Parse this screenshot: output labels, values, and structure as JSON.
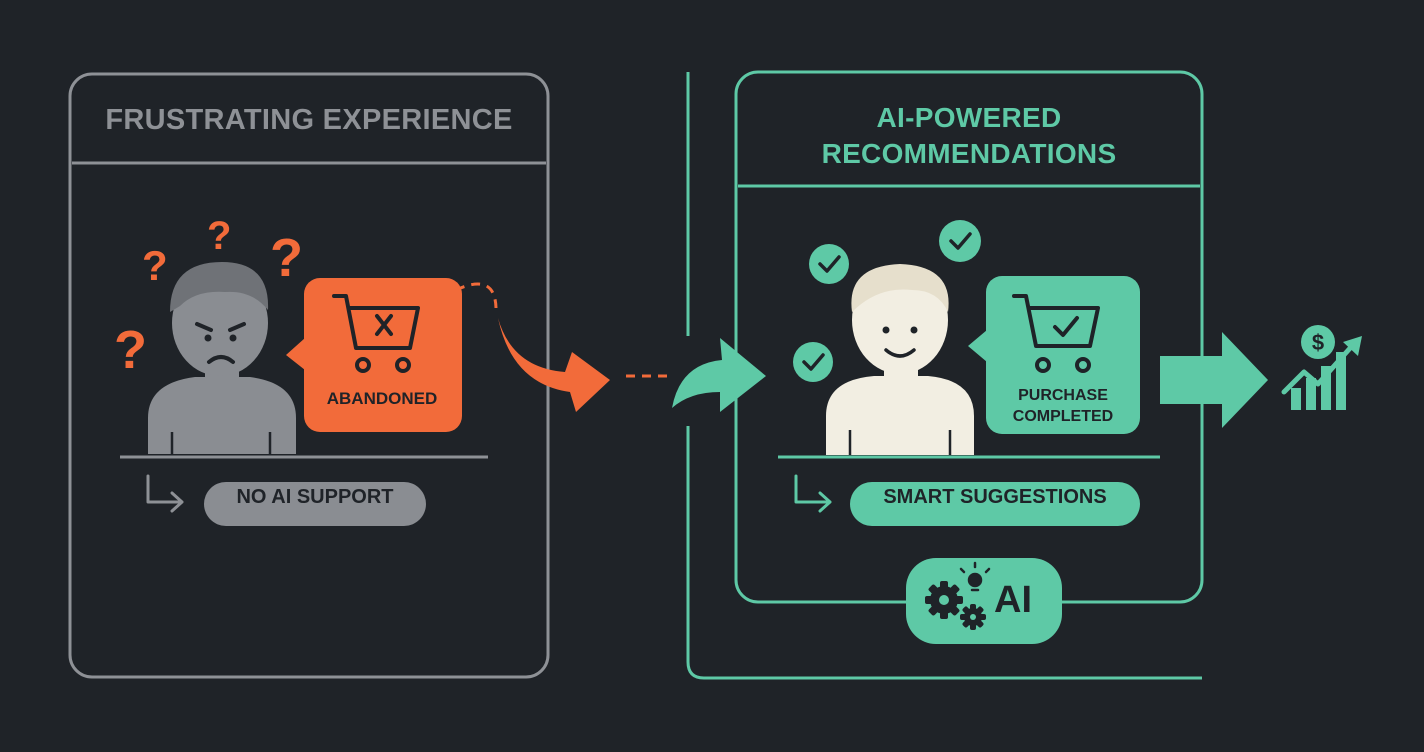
{
  "left_panel": {
    "title": "FRUSTRATING EXPERIENCE",
    "cart_badge": "ABANDONED",
    "status_pill": "NO AI SUPPORT"
  },
  "right_panel": {
    "title_line1": "AI-POWERED",
    "title_line2": "RECOMMENDATIONS",
    "cart_badge_line1": "PURCHASE",
    "cart_badge_line2": "COMPLETED",
    "status_pill": "SMART SUGGESTIONS",
    "ai_badge": "AI"
  },
  "icons": [
    "question-mark-icon",
    "cart-x-icon",
    "check-circle-icon",
    "cart-check-icon",
    "gears-icon",
    "lightbulb-icon",
    "dollar-growth-chart-icon"
  ],
  "colors": {
    "background": "#1f2328",
    "left_accent": "#f26b3a",
    "left_muted": "#8e9196",
    "right_accent": "#5ec9a6",
    "user_happy": "#f2eee2"
  }
}
